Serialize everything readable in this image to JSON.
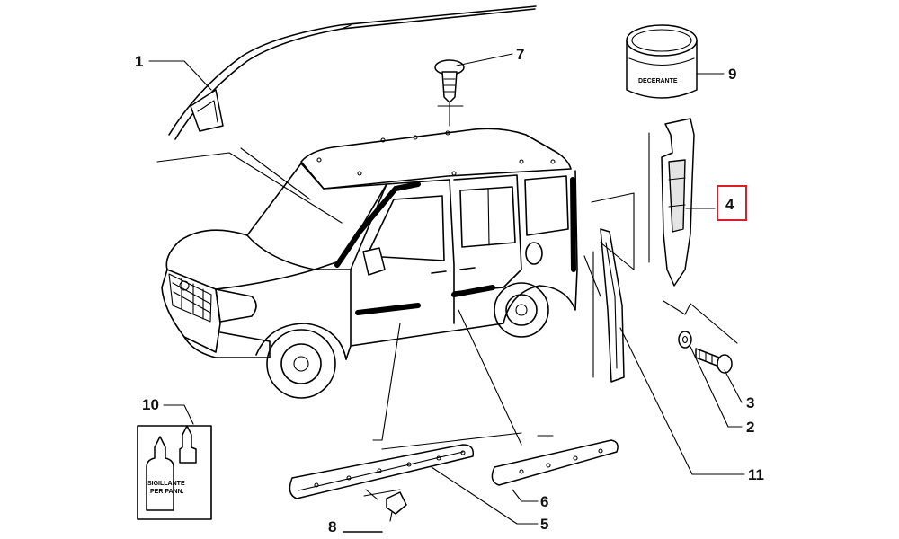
{
  "callouts": [
    {
      "id": "1",
      "label": "1"
    },
    {
      "id": "2",
      "label": "2"
    },
    {
      "id": "3",
      "label": "3"
    },
    {
      "id": "4",
      "label": "4",
      "highlighted": true
    },
    {
      "id": "5",
      "label": "5"
    },
    {
      "id": "6",
      "label": "6"
    },
    {
      "id": "7",
      "label": "7"
    },
    {
      "id": "8",
      "label": "8"
    },
    {
      "id": "9",
      "label": "9"
    },
    {
      "id": "10",
      "label": "10"
    },
    {
      "id": "11",
      "label": "11"
    }
  ],
  "jar_label": "DECERANTE",
  "bottle_label_line1": "SIGILLANTE",
  "bottle_label_line2": "PER PANN.",
  "highlight_color": "#d8202a"
}
